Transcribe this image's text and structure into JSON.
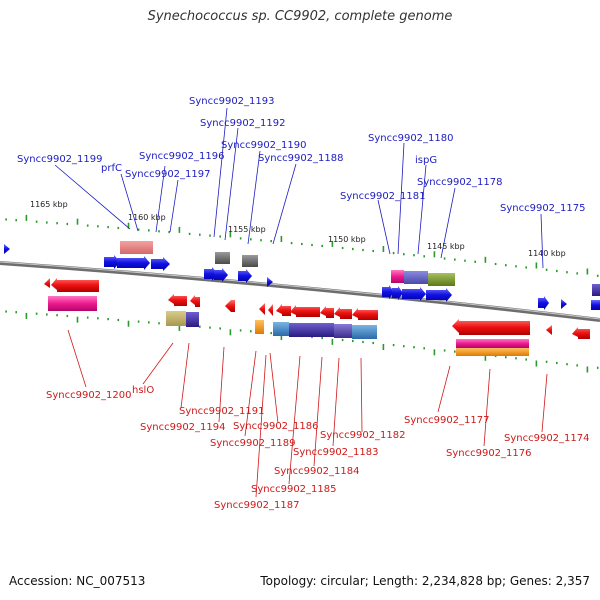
{
  "title": "Synechococcus sp. CC9902, complete genome",
  "footer": {
    "accession": "Accession: NC_007513",
    "topology": "Topology: circular; Length: 2,234,828 bp; Genes: 2,357"
  },
  "scale_labels": [
    "1165 kbp",
    "1160 kbp",
    "1155 kbp",
    "1150 kbp",
    "1145 kbp",
    "1140 kbp"
  ],
  "forward_labels": [
    "Syncc9902_1199",
    "prfC",
    "Syncc9902_1196",
    "Syncc9902_1197",
    "Syncc9902_1193",
    "Syncc9902_1192",
    "Syncc9902_1190",
    "Syncc9902_1188",
    "Syncc9902_1180",
    "ispG",
    "Syncc9902_1181",
    "Syncc9902_1178",
    "Syncc9902_1175"
  ],
  "reverse_labels": [
    "Syncc9902_1200",
    "hslO",
    "Syncc9902_1191",
    "Syncc9902_1194",
    "Syncc9902_1189",
    "Syncc9902_1186",
    "Syncc9902_1182",
    "Syncc9902_1183",
    "Syncc9902_1184",
    "Syncc9902_1185",
    "Syncc9902_1187",
    "Syncc9902_1177",
    "Syncc9902_1176",
    "Syncc9902_1174"
  ],
  "colors": {
    "forward_label": "#1c1cc2",
    "reverse_label": "#d01818",
    "forward_gene": "#1010e0",
    "reverse_gene": "#ee1111",
    "backbone": "#808080",
    "tick": "#2a9a2a"
  }
}
